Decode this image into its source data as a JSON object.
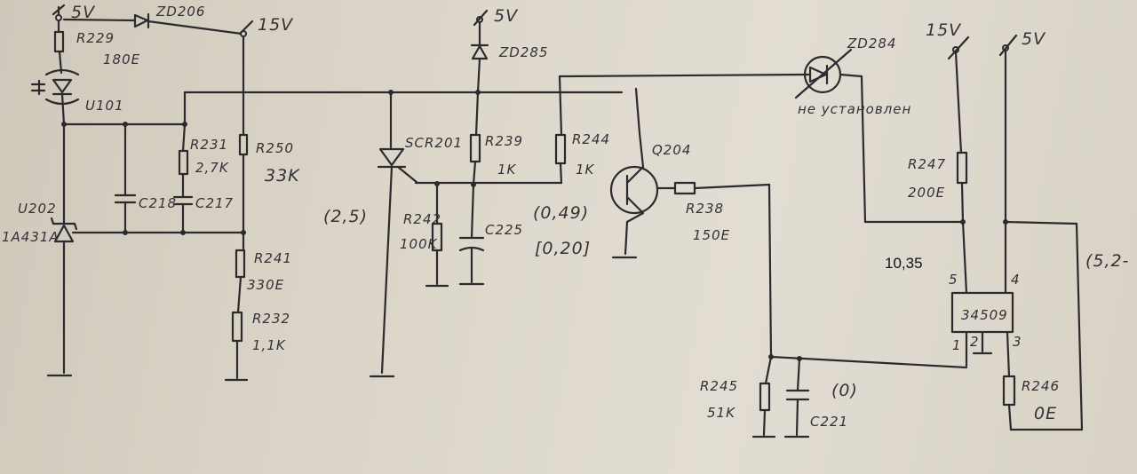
{
  "rails": {
    "v5_top_left": "5V",
    "v15_left": "15V",
    "v5_mid": "5V",
    "v15_right": "15V",
    "v5_right": "5V"
  },
  "components": {
    "zd206": "ZD206",
    "r229": "R229",
    "r229_val": "180E",
    "u101": "U101",
    "u202": "U202",
    "u202_part": "1A431A",
    "c218": "C218",
    "r231": "R231",
    "r231_val": "2,7K",
    "c217": "C217",
    "r250": "R250",
    "r250_val": "33K",
    "r241": "R241",
    "r241_val": "330E",
    "r232": "R232",
    "r232_val": "1,1K",
    "zd285": "ZD285",
    "scr201": "SCR201",
    "r239": "R239",
    "r239_val": "1K",
    "r244": "R244",
    "r244_val": "1K",
    "r242": "R242",
    "r242_val": "100K",
    "c225": "C225",
    "q204": "Q204",
    "r238": "R238",
    "r238_val": "150E",
    "zd284": "ZD284",
    "zd284_note": "не установлен",
    "r247": "R247",
    "r247_val": "200E",
    "ic": "34509",
    "pin5": "5",
    "pin4": "4",
    "pin1": "1",
    "pin2": "2",
    "pin3": "3",
    "r245": "R245",
    "r245_val": "51K",
    "c221": "C221",
    "r246": "R246",
    "r246_val": "0E"
  },
  "measurements": {
    "m_2_5": "(2,5)",
    "m_0_49": "(0,49)",
    "m_0_20": "[0,20]",
    "m_10_35": "10,35",
    "m_5_2": "(5,2-",
    "m_0": "(0)"
  }
}
